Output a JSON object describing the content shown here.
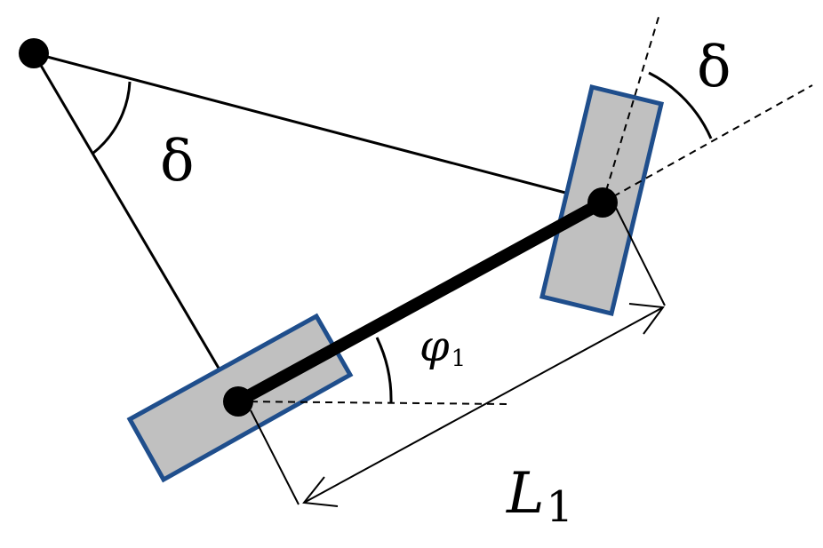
{
  "labels": {
    "delta_left": "δ",
    "delta_right": "δ",
    "phi": "φ",
    "phi_sub": "1",
    "length": "L",
    "length_sub": "1"
  },
  "colors": {
    "wheel_fill": "#c0c0c0",
    "wheel_stroke": "#1f4e8c",
    "line": "#000000"
  }
}
